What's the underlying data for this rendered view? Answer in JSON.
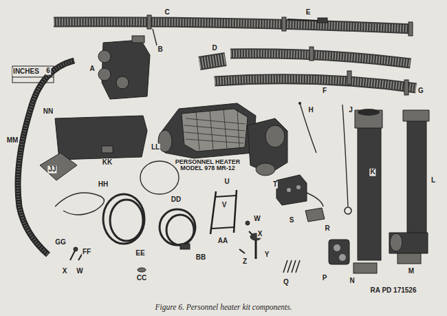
{
  "diagram": {
    "caption": "Figure 6. Personnel heater kit components.",
    "labels": [
      "C",
      "E",
      "INCHES",
      "6",
      "B",
      "D",
      "A",
      "F",
      "G",
      "NN",
      "H",
      "J",
      "MM",
      "KK",
      "LL",
      "JJ",
      "PERSONNEL HEATER MODEL 978 MR-12",
      "T",
      "K",
      "L",
      "U",
      "V",
      "HH",
      "DD",
      "S",
      "R",
      "W",
      "X",
      "AA",
      "Y",
      "Z",
      "GG",
      "FF",
      "EE",
      "BB",
      "X",
      "W",
      "CC",
      "M",
      "Q",
      "P",
      "N",
      "RA PD 171526"
    ]
  }
}
